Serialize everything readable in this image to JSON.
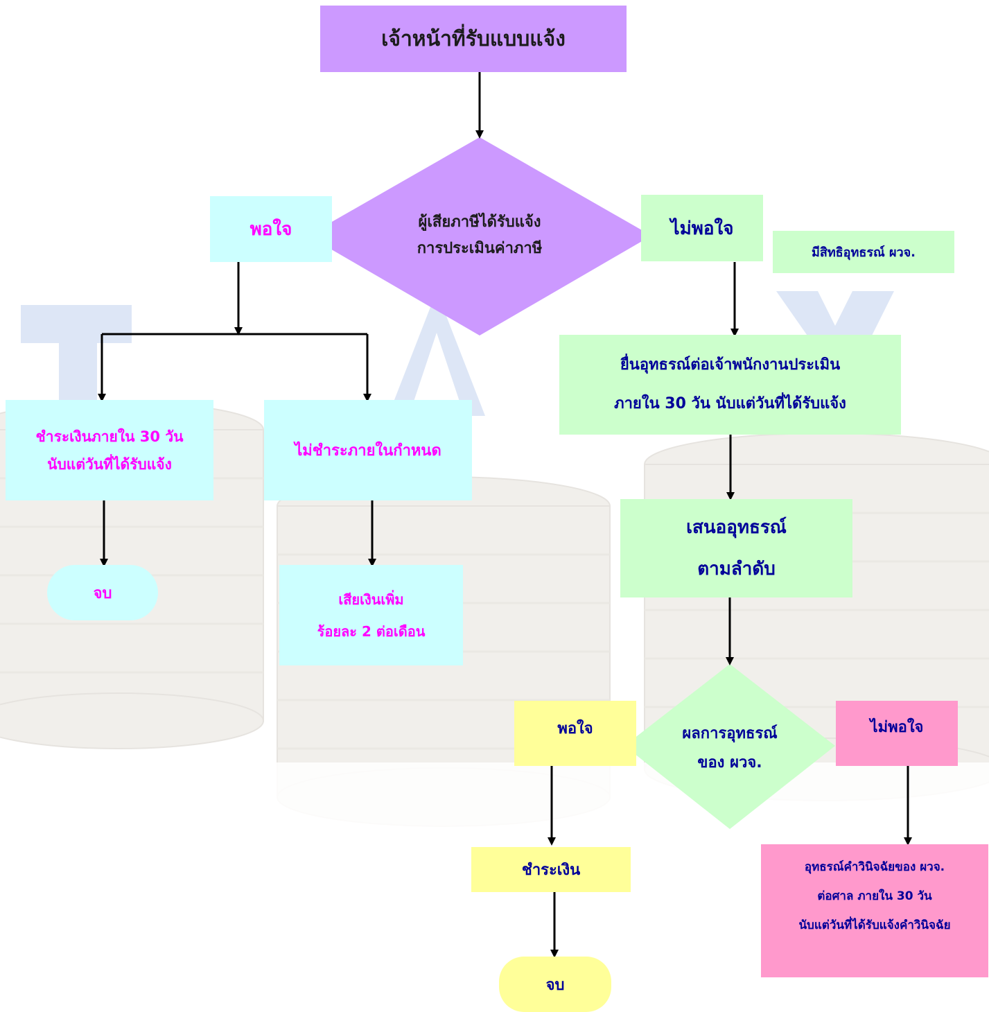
{
  "nodes": {
    "start": "เจ้าหน้าที่รับแบบแจ้ง",
    "decision1": {
      "line1": "ผู้เสียภาษีได้รับแจ้ง",
      "line2": "การประเมินค่าภาษี"
    },
    "satisfied_left": "พอใจ",
    "unsatisfied_right": "ไม่พอใจ",
    "appeal_right_note": "มีสิทธิอุทธรณ์ ผวจ.",
    "pay_within": {
      "line1": "ชำระเงินภายใน 30 วัน",
      "line2": "นับแต่วันที่ได้รับแจ้ง"
    },
    "not_paid": "ไม่ชำระภายในกำหนด",
    "end_left": "จบ",
    "penalty": {
      "line1": "เสียเงินเพิ่ม",
      "line2": "ร้อยละ 2 ต่อเดือน"
    },
    "file_appeal": {
      "line1": "ยื่นอุทธรณ์ต่อเจ้าพนักงานประเมิน",
      "line2": "ภายใน  30  วัน  นับแต่วันที่ได้รับแจ้ง"
    },
    "submit_appeal": {
      "line1": "เสนออุทธรณ์",
      "line2": "ตามลำดับ"
    },
    "decision2": {
      "line1": "ผลการอุทธรณ์",
      "line2": "ของ ผวจ."
    },
    "satisfied_bottom": "พอใจ",
    "unsatisfied_bottom": "ไม่พอใจ",
    "pay": "ชำระเงิน",
    "end_bottom": "จบ",
    "court_appeal": {
      "line1": "อุทธรณ์คำวินิจฉัยของ ผวจ.",
      "line2": "ต่อศาล  ภายใน  30  วัน",
      "line3": "นับแต่วันที่ได้รับแจ้งคำวินิจฉัย"
    }
  },
  "background": {
    "watermark_letters": [
      "T",
      "A",
      "X"
    ]
  },
  "colors": {
    "purple": "#cc99ff",
    "cyan": "#ccffff",
    "green": "#ccffcc",
    "yellow": "#ffff99",
    "pink": "#ff99cc",
    "magenta_text": "#ff00ff",
    "navy_text": "#000099"
  }
}
